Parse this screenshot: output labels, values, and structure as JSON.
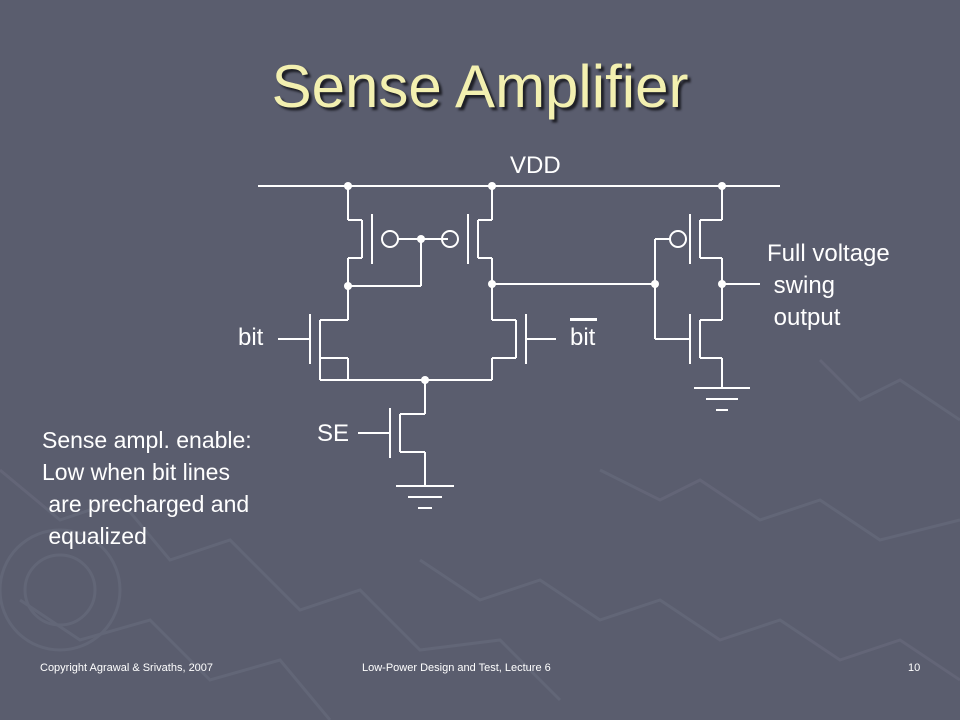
{
  "slide": {
    "title": "Sense Amplifier"
  },
  "circuit": {
    "supply_label": "VDD",
    "bit_left_label": "bit",
    "bit_right_label": "bit",
    "enable_label": "SE",
    "output_label_lines": [
      "Full voltage",
      " swing",
      " output"
    ],
    "enable_note_lines": [
      "Sense ampl. enable:",
      "Low when bit lines",
      " are precharged and",
      " equalized"
    ],
    "wire_color": "#ffffff"
  },
  "footer": {
    "copyright": "Copyright Agrawal & Srivaths, 2007",
    "lecture": "Low-Power Design and Test, Lecture 6",
    "page_number": "10"
  },
  "colors": {
    "background": "#5a5d6e",
    "title": "#f3f0b0"
  }
}
